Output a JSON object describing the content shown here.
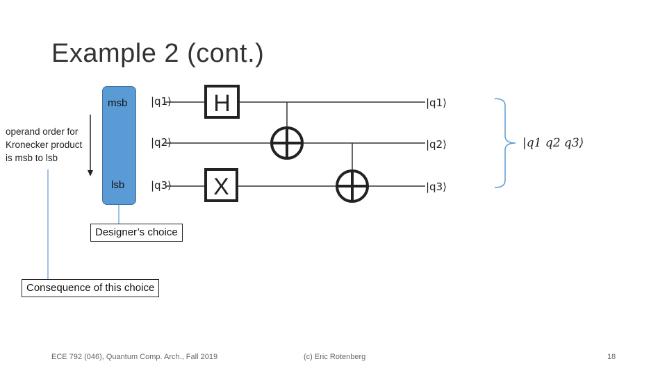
{
  "slide": {
    "title": "Example 2 (cont.)",
    "page_number": "18"
  },
  "order_bar": {
    "top_label": "msb",
    "bottom_label": "lsb",
    "note_lines": [
      "operand order for",
      "Kronecker product",
      "is msb to lsb"
    ]
  },
  "circuit": {
    "qubits": [
      {
        "in": "|q1⟩",
        "out": "|q1⟩"
      },
      {
        "in": "|q2⟩",
        "out": "|q2⟩"
      },
      {
        "in": "|q3⟩",
        "out": "|q3⟩"
      }
    ],
    "gate_h": "H",
    "gate_x": "X",
    "state": "|q1 q2 q3⟩"
  },
  "callouts": {
    "designer": "Designer’s choice",
    "consequence": "Consequence of this choice"
  },
  "footer": {
    "course": "ECE 792 (046), Quantum Comp. Arch., Fall 2019",
    "author": "(c) Eric Rotenberg"
  },
  "colors": {
    "bar_fill": "#5b9bd5",
    "bar_border": "#41719c",
    "connector": "#5b9bd5"
  }
}
